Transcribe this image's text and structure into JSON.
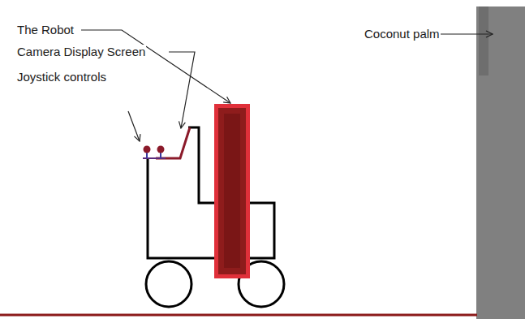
{
  "diagram": {
    "labels": [
      "The Robot",
      "Camera Display Screen",
      "Joystick controls",
      "Coconut palm"
    ]
  }
}
